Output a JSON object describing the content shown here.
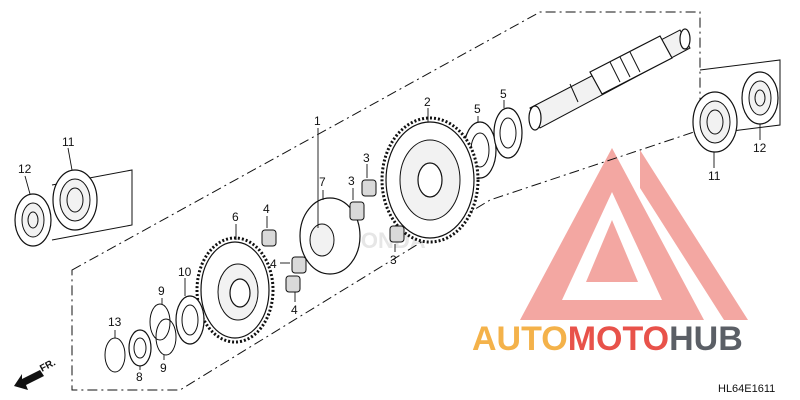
{
  "callouts": {
    "c1": "1",
    "c2": "2",
    "c3a": "3",
    "c3b": "3",
    "c3c": "3",
    "c4a": "4",
    "c4b": "4",
    "c4c": "4",
    "c5a": "5",
    "c5b": "5",
    "c6": "6",
    "c7": "7",
    "c8": "8",
    "c9a": "9",
    "c9b": "9",
    "c10": "10",
    "c11a": "11",
    "c11b": "11",
    "c12a": "12",
    "c12b": "12",
    "c13": "13"
  },
  "direction_label": "FR.",
  "diagram_code": "HL64E1611",
  "watermark": {
    "part1": "AUTO",
    "part2": "MOTO",
    "part3": "HUB",
    "colors": {
      "auto": "#f4b24a",
      "moto": "#e8524a",
      "hub": "#5b5f66",
      "logo": "#e8524a"
    }
  },
  "background_watermark": "HONDA"
}
